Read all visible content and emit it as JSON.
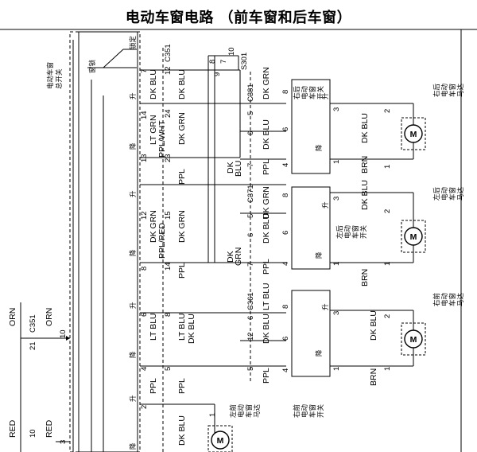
{
  "title": "电动车窗电路 （前车窗和后车窗）",
  "labels": {
    "master_switch": [
      "电动车窗",
      "总开关"
    ],
    "window_lock": "窗锁",
    "lock_pos": "锁定",
    "up": "升",
    "down": "降",
    "rr_motor": [
      "右后",
      "电动",
      "车窗",
      "马达"
    ],
    "rr_switch": [
      "右后",
      "电动",
      "车窗",
      "开关"
    ],
    "lr_motor": [
      "左后",
      "电动",
      "车窗",
      "马达"
    ],
    "lr_switch": [
      "左后",
      "电动",
      "车窗",
      "开关"
    ],
    "rf_motor": [
      "右前",
      "电动",
      "车窗",
      "马达"
    ],
    "rf_switch": [
      "右前",
      "电动",
      "车窗",
      "开关"
    ],
    "lf_motor": [
      "左前",
      "电动",
      "车窗",
      "马达"
    ],
    "motor_symbol": "M"
  },
  "connectors": {
    "c351": "C351",
    "s301": "S301",
    "c381": "C381",
    "c371": "C371",
    "c361": "C361"
  },
  "wires": {
    "orn": "ORN",
    "red": "RED",
    "dk_blu": "DK BLU",
    "dk_grn": "DK GRN",
    "lt_grn": "LT GRN",
    "ppl_wht": "PPL/WHT",
    "ppl": "PPL",
    "ppl_red": "PPL/RED",
    "lt_blu": "LT BLU",
    "brn": "BRN",
    "dk": "DK",
    "blu": "BLU",
    "grn": "GRN"
  },
  "pins": {
    "p1": "1",
    "p2": "2",
    "p3": "3",
    "p4": "4",
    "p5": "5",
    "p6": "6",
    "p7": "7",
    "p8": "8",
    "p9": "9",
    "p10": "10",
    "p12": "12",
    "p13": "13",
    "p14": "14",
    "p15": "15",
    "p21": "21",
    "p23": "23",
    "p24": "24"
  }
}
